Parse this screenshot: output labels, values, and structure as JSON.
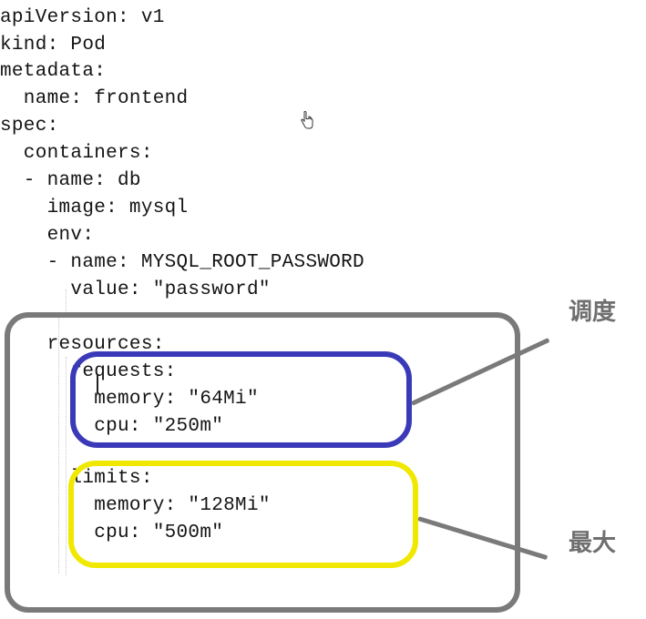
{
  "code_lines": [
    "apiVersion: v1",
    "kind: Pod",
    "metadata:",
    "  name: frontend",
    "spec:",
    "  containers:",
    "  - name: db",
    "    image: mysql",
    "    env:",
    "    - name: MYSQL_ROOT_PASSWORD",
    "      value: \"password\"",
    "",
    "    resources:",
    "      requests:",
    "        memory: \"64Mi\"",
    "        cpu: \"250m\"",
    "",
    "      limits:",
    "        memory: \"128Mi\"",
    "        cpu: \"500m\""
  ],
  "annotations": {
    "scheduling_label": "调度",
    "max_label": "最大"
  },
  "colors": {
    "outer_box": "#7a7a7a",
    "requests_box": "#3a3ab8",
    "limits_box": "#f0e800",
    "label_text": "#6f6f6f"
  },
  "icons": {
    "cursor": "hand-cursor-icon"
  }
}
